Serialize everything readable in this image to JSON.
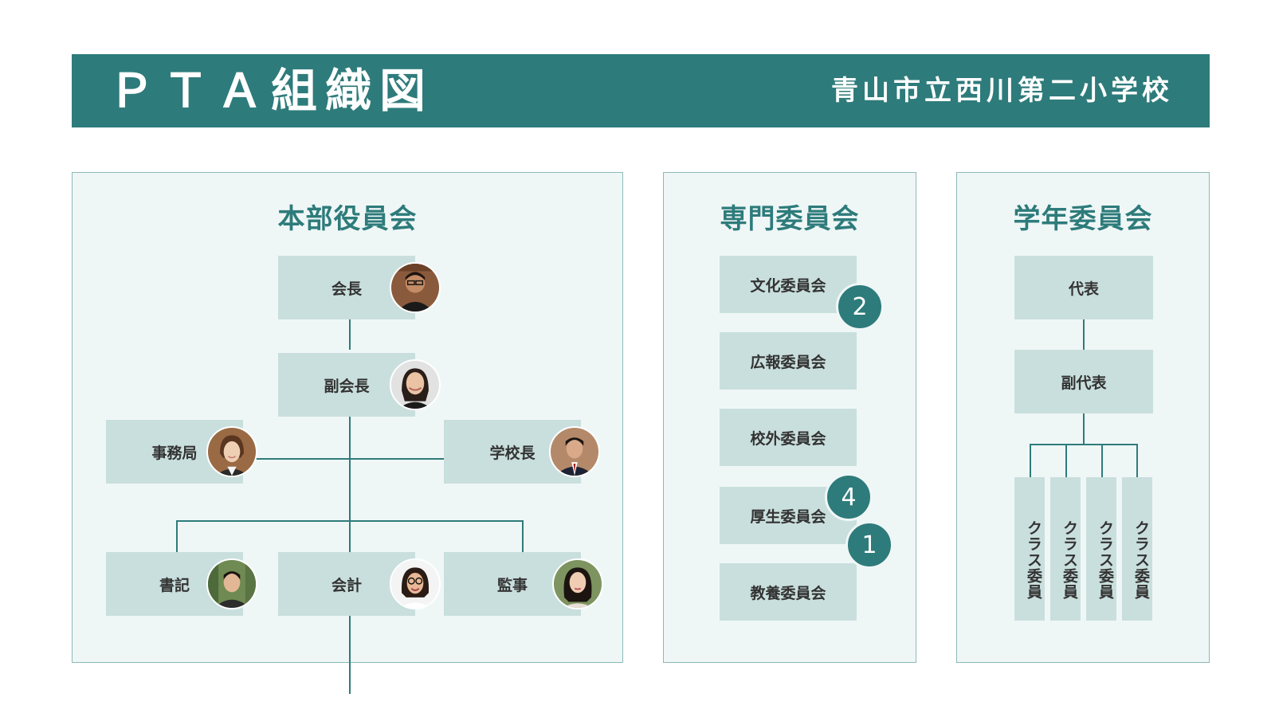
{
  "header": {
    "title": "ＰＴＡ組織図",
    "school": "青山市立西川第二小学校"
  },
  "colors": {
    "accent": "#2e7b7b",
    "panel_bg": "#eff7f6",
    "node_bg": "#c9dfdd",
    "panel_border": "#8db9b7"
  },
  "honbu": {
    "title": "本部役員会",
    "nodes": {
      "kaicho": "会長",
      "fukukaicho": "副会長",
      "jimukyoku": "事務局",
      "kochou": "学校長",
      "shoki": "書記",
      "kaikei": "会計",
      "kanji": "監事"
    }
  },
  "senmon": {
    "title": "専門委員会",
    "committees": [
      "文化委員会",
      "広報委員会",
      "校外委員会",
      "厚生委員会",
      "教養委員会"
    ],
    "badges": [
      "2",
      "4",
      "1"
    ]
  },
  "gakunen": {
    "title": "学年委員会",
    "daihyo": "代表",
    "fukudaihyo": "副代表",
    "class_members": [
      "クラス委員",
      "クラス委員",
      "クラス委員",
      "クラス委員"
    ]
  }
}
